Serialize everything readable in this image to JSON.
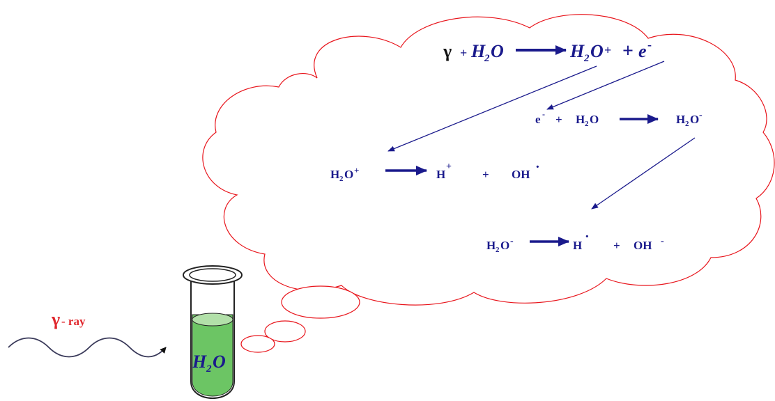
{
  "colors": {
    "cloud_outline": "#e8141b",
    "arrow": "#1a1a8c",
    "text": "#1a1a8c",
    "ray_label": "#e0262c",
    "liquid": "#6cc564",
    "wave": "#3a3a5a"
  },
  "ray": {
    "symbol": "γ",
    "text": "- ray"
  },
  "tube": {
    "label_main": "H",
    "label_sub": "2",
    "label_end": "O"
  },
  "eq1": {
    "gamma": "γ",
    "plus1": "+",
    "lhs_h": "H",
    "lhs_sub": "2",
    "lhs_o": "O",
    "rhs_h": "H",
    "rhs_sub": "2",
    "rhs_o": "O",
    "rhs_sup": "+",
    "plus2": "+",
    "e": "e",
    "e_sup": "-"
  },
  "eq2": {
    "e": "e",
    "e_sup": "-",
    "plus": "+",
    "h": "H",
    "sub": "2",
    "o": "O",
    "rhs_h": "H",
    "rhs_sub": "2",
    "rhs_o": "O",
    "rhs_sup": "-"
  },
  "eq3": {
    "h": "H",
    "sub": "2",
    "o": "O",
    "sup": "+",
    "prod_h": "H",
    "prod_h_sup": "+",
    "plus": "+",
    "oh": "OH",
    "oh_sup": "·"
  },
  "eq4": {
    "h": "H",
    "sub": "2",
    "o": "O",
    "sup": "-",
    "prod_h": "H",
    "prod_h_sup": "·",
    "plus": "+",
    "oh": "OH",
    "oh_sup": "-"
  }
}
